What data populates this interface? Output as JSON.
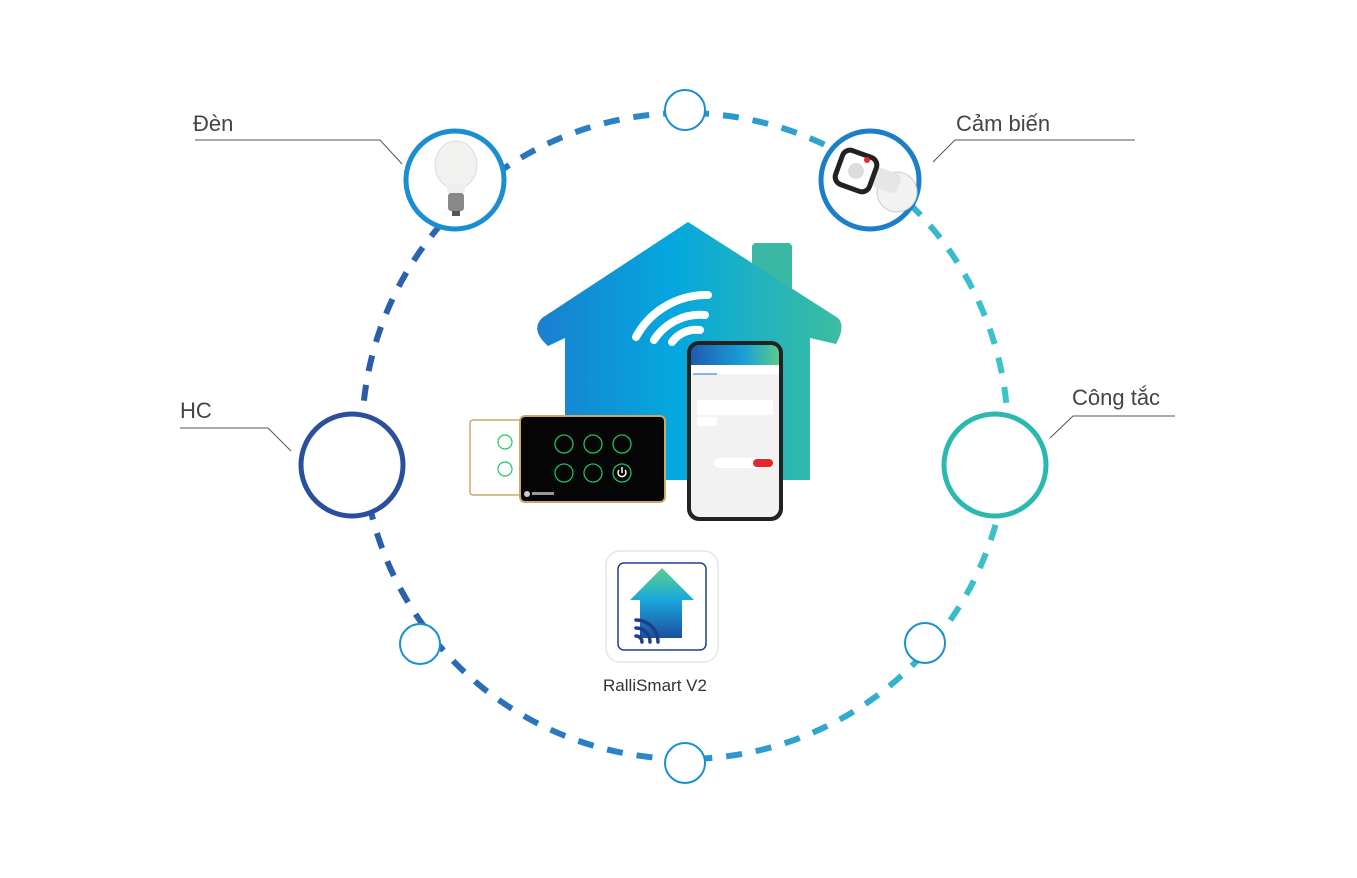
{
  "nodes": {
    "den": "Đèn",
    "cam_bien": "Cảm biến",
    "hc": "HC",
    "cong_tac": "Công tắc"
  },
  "app": {
    "name": "RalliSmart V2"
  },
  "colors": {
    "blue_dark": "#2a4f9e",
    "blue": "#1a8fd0",
    "teal": "#2bb8b0",
    "red": "#e8262b"
  }
}
